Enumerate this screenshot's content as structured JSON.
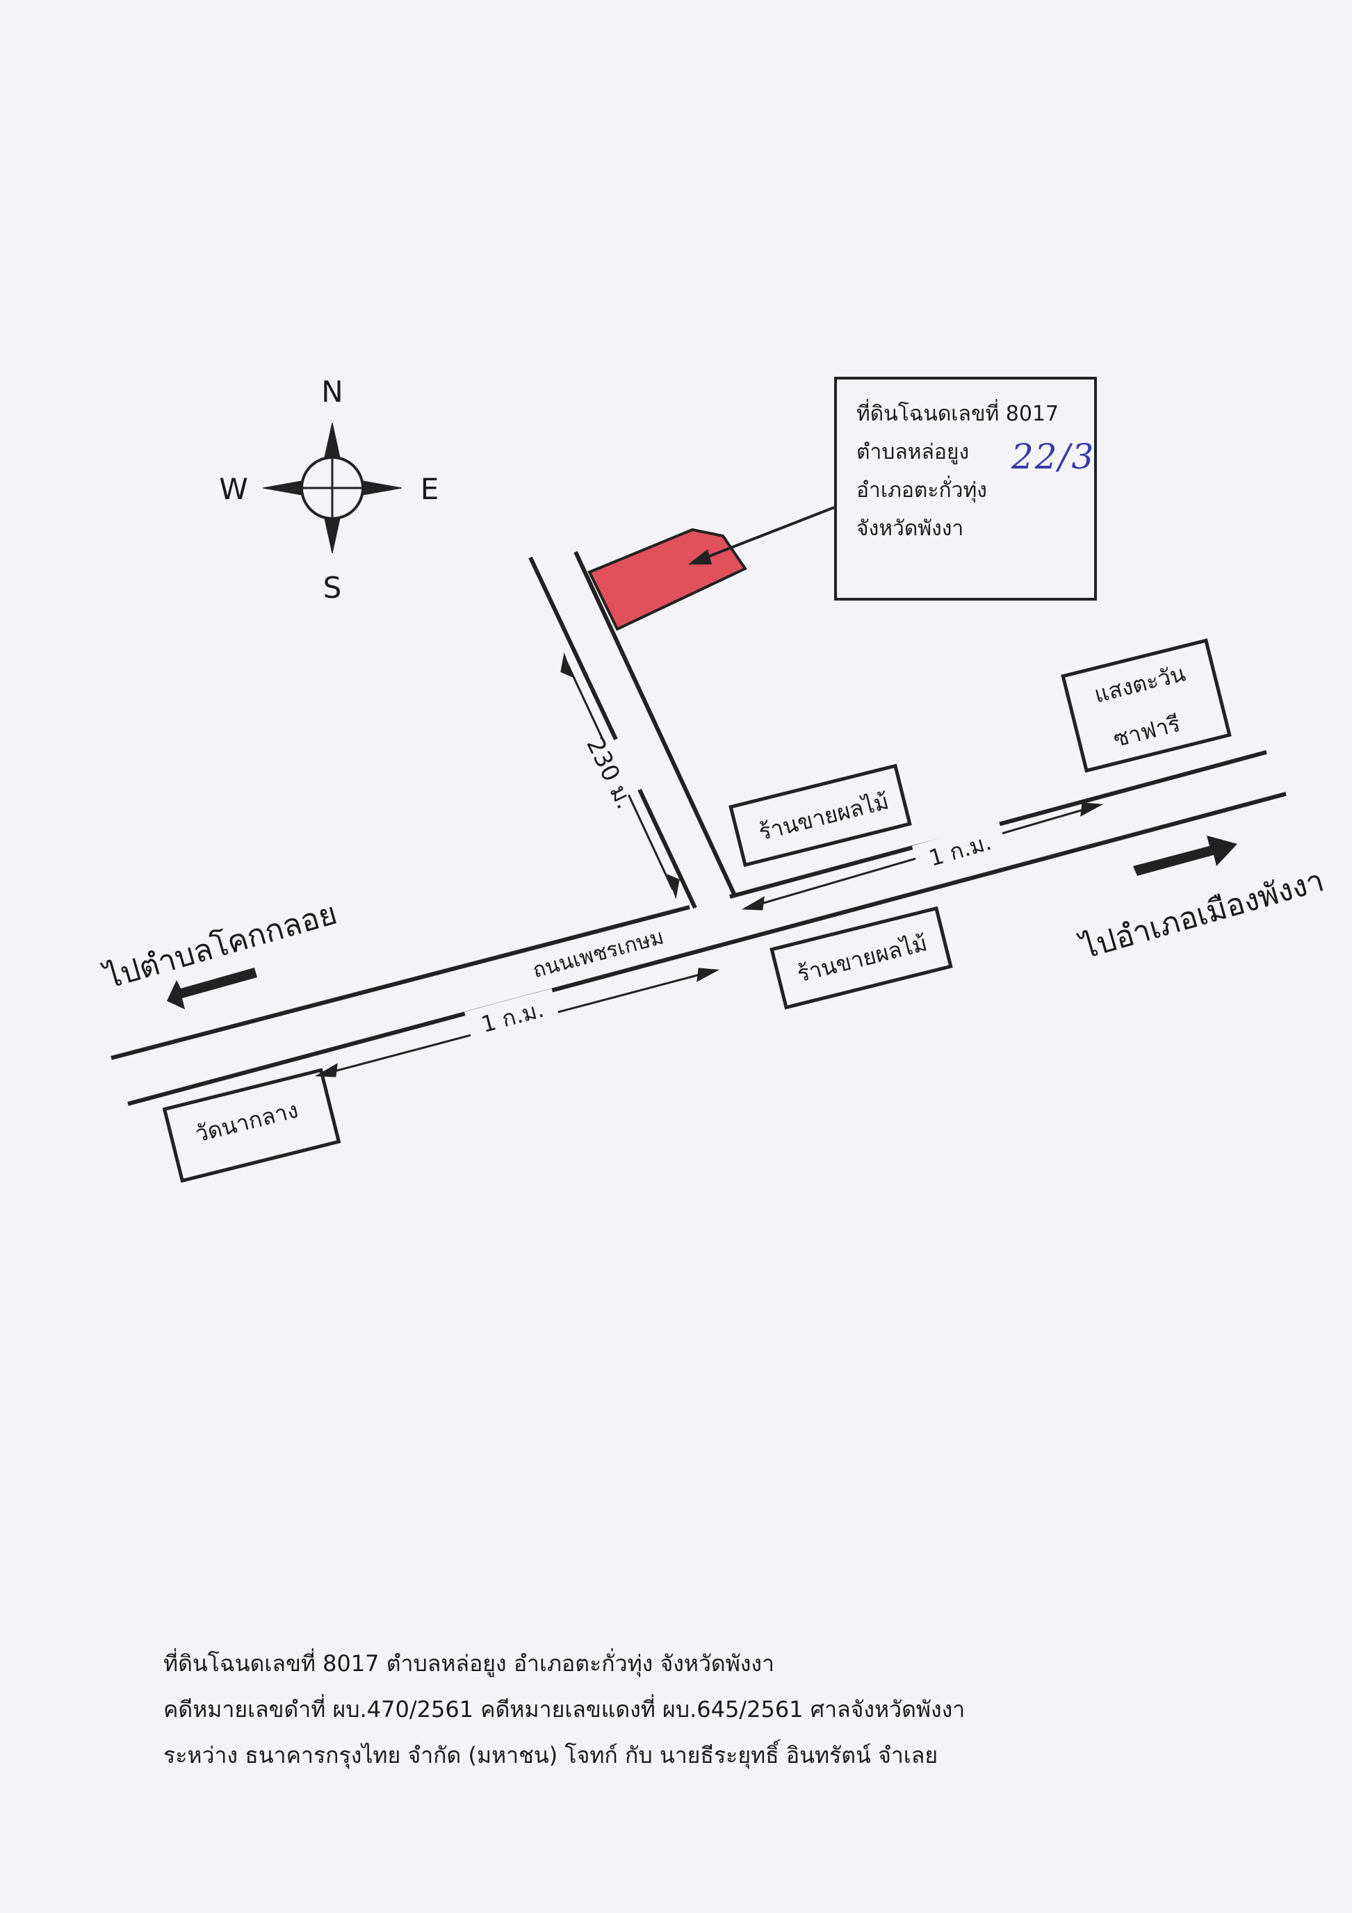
{
  "compass": {
    "n": "N",
    "s": "S",
    "e": "E",
    "w": "W"
  },
  "parcel_box": {
    "line1": "ที่ดินโฉนดเลขที่ 8017",
    "line2": "ตำบลหล่อยูง",
    "line3": "อำเภอตะกั่วทุ่ง",
    "line4": "จังหวัดพังงา",
    "handwritten": "22/3"
  },
  "landmarks": {
    "fruit_shop_north": "ร้านขายผลไม้",
    "fruit_shop_south": "ร้านขายผลไม้",
    "sangtawan_line1": "แสงตะวัน",
    "sangtawan_line2": "ซาฟารี",
    "wat": "วัดนากลาง"
  },
  "roads": {
    "main_road": "ถนนเพชรเกษม",
    "side_distance": "230 ม.",
    "east_distance": "1 ก.ม.",
    "west_distance": "1 ก.ม.",
    "to_east": "ไปอำเภอเมืองพังงา",
    "to_west": "ไปตำบลโคกกลอย"
  },
  "colors": {
    "parcel_fill": "#e0515c",
    "ink": "#222222"
  },
  "footer": {
    "line1": "ที่ดินโฉนดเลขที่ 8017  ตำบลหล่อยูง  อำเภอตะกั่วทุ่ง  จังหวัดพังงา",
    "line2": "คดีหมายเลขดำที่ ผบ.470/2561  คดีหมายเลขแดงที่ ผบ.645/2561  ศาลจังหวัดพังงา",
    "line3": "ระหว่าง  ธนาคารกรุงไทย จำกัด (มหาชน)  โจทก์  กับ  นายธีระยุทธิ์ อินทรัตน์  จำเลย"
  }
}
